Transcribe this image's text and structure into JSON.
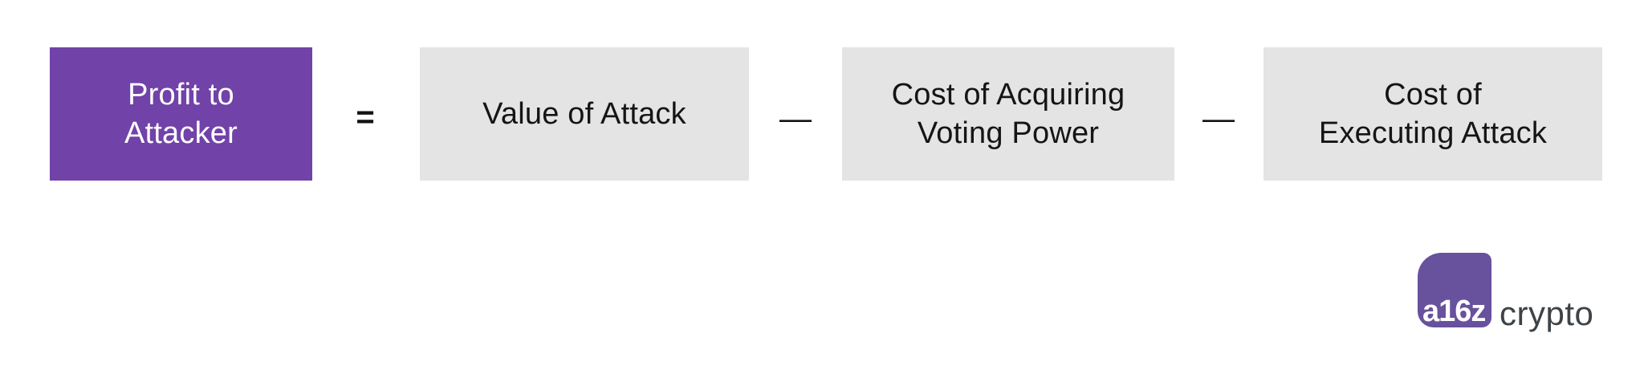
{
  "colors": {
    "accent_purple": "#7142a8",
    "term_gray": "#e4e4e4",
    "text_dark": "#151515",
    "logo_purple": "#68519d",
    "logo_text": "#3e4347"
  },
  "formula": {
    "result": {
      "name": "Profit to Attacker",
      "lines": [
        "Profit to",
        "Attacker"
      ]
    },
    "operators": {
      "equals": "=",
      "minus": "—"
    },
    "terms": [
      {
        "name": "Value of Attack",
        "lines": [
          "Value of Attack",
          ""
        ]
      },
      {
        "name": "Cost of Acquiring Voting Power",
        "lines": [
          "Cost of Acquiring",
          "Voting Power"
        ]
      },
      {
        "name": "Cost of Executing Attack",
        "lines": [
          "Cost of",
          "Executing Attack"
        ]
      }
    ]
  },
  "logo": {
    "mark_text": "a16z",
    "wordmark_text": "crypto"
  }
}
